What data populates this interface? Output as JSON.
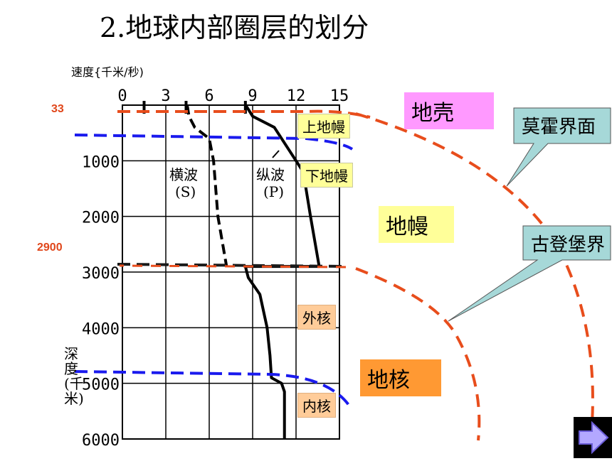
{
  "title": "2.地球内部圈层的划分",
  "speed_axis_label": "速度{千米/秒)",
  "boundary_33": "33",
  "boundary_2900": "2900",
  "layers": {
    "crust": "地壳",
    "mantle": "地幔",
    "core": "地核",
    "upper_mantle": "上地幔",
    "lower_mantle": "下地幔",
    "outer_core": "外核",
    "inner_core": "内核"
  },
  "callouts": {
    "moho": "莫霍界面",
    "gutenberg": "古登堡界"
  },
  "colors": {
    "red_dash": "#e84d1c",
    "blue_dash": "#1a1aee",
    "crust_bg": "#ff99ff",
    "mantle_bg": "#ffff99",
    "core_bg": "#ff9933",
    "callout_bg": "#a6d8d8",
    "nav_arrow": "#b3a8ff"
  },
  "chart_data": {
    "type": "line",
    "x_ticks": [
      "0",
      "3",
      "6",
      "9",
      "12",
      "15"
    ],
    "y_ticks": [
      "1000",
      "2000",
      "3000",
      "4000",
      "5000",
      "6000"
    ],
    "ylabel": "深度(千米)",
    "xlim": [
      0,
      15
    ],
    "ylim": [
      0,
      6000
    ],
    "series": [
      {
        "name": "横波(S)",
        "label_line1": "横波",
        "label_line2": "(S)",
        "points": [
          [
            4.4,
            0
          ],
          [
            4.5,
            33
          ],
          [
            4.6,
            200
          ],
          [
            5.0,
            400
          ],
          [
            6.0,
            600
          ],
          [
            6.3,
            1000
          ],
          [
            6.6,
            2000
          ],
          [
            7.2,
            2900
          ]
        ]
      },
      {
        "name": "纵波(P)",
        "label_line1": "纵波",
        "label_line2": "(P)",
        "points": [
          [
            8.5,
            0
          ],
          [
            8.6,
            33
          ],
          [
            9.0,
            200
          ],
          [
            10.5,
            400
          ],
          [
            11.5,
            800
          ],
          [
            12.5,
            1200
          ],
          [
            13.0,
            2000
          ],
          [
            13.6,
            2900
          ],
          [
            8.5,
            2900
          ],
          [
            8.7,
            3100
          ],
          [
            9.5,
            3400
          ],
          [
            10.0,
            4000
          ],
          [
            10.2,
            4500
          ],
          [
            10.3,
            4900
          ],
          [
            11.0,
            5000
          ],
          [
            11.2,
            5150
          ],
          [
            11.2,
            6000
          ]
        ]
      }
    ],
    "surface_ticks_x": [
      1.5,
      4.4,
      8.5
    ]
  }
}
